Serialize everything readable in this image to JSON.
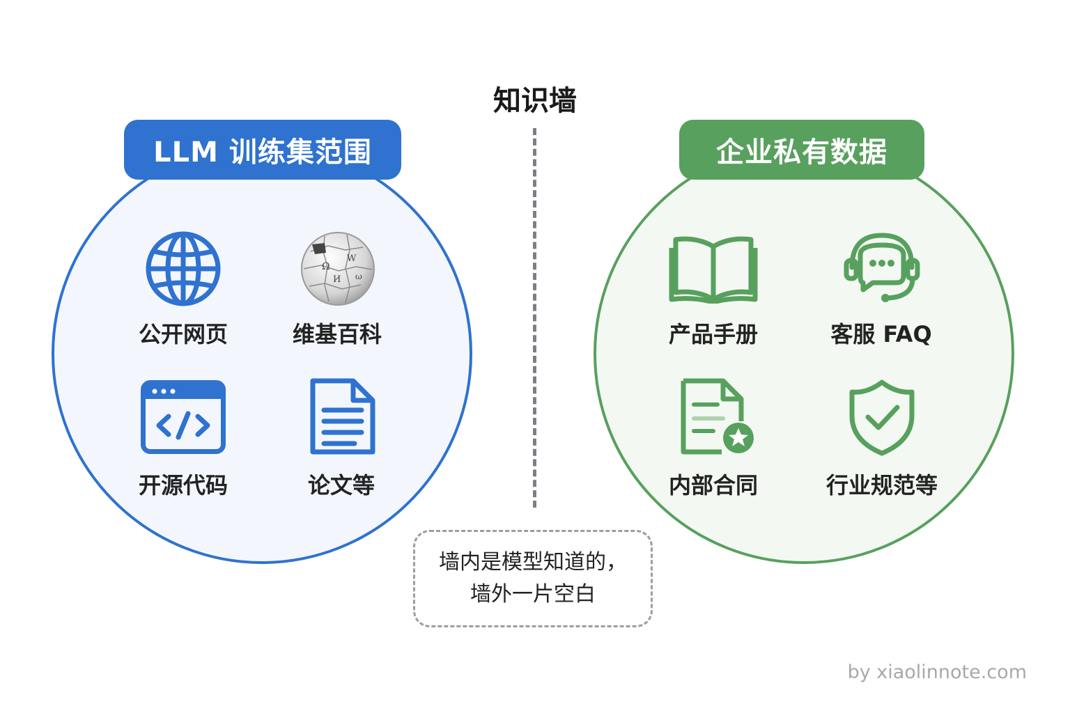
{
  "title": "知识墙",
  "left_group": {
    "label": "LLM 训练集范围",
    "color": "#2f72cf",
    "items": [
      {
        "label": "公开网页",
        "icon": "globe-icon"
      },
      {
        "label": "维基百科",
        "icon": "wikipedia-globe-icon"
      },
      {
        "label": "开源代码",
        "icon": "code-window-icon"
      },
      {
        "label": "论文等",
        "icon": "document-icon"
      }
    ]
  },
  "right_group": {
    "label": "企业私有数据",
    "color": "#58a05e",
    "items": [
      {
        "label": "产品手册",
        "icon": "open-book-icon"
      },
      {
        "label": "客服 FAQ",
        "icon": "headset-chat-icon"
      },
      {
        "label": "内部合同",
        "icon": "certified-document-icon"
      },
      {
        "label": "行业规范等",
        "icon": "shield-check-icon"
      }
    ]
  },
  "note": {
    "line1": "墙内是模型知道的，",
    "line2": "墙外一片空白"
  },
  "credit": "by xiaolinnote.com"
}
